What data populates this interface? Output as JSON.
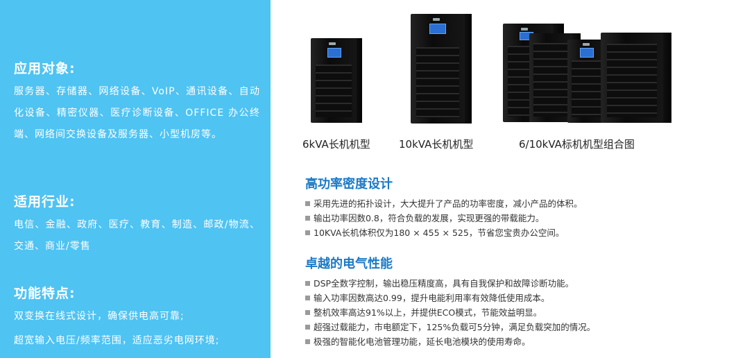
{
  "sidebar": {
    "applications": {
      "heading": "应用对象:",
      "text": "服务器、存储器、网络设备、VoIP、通讯设备、自动化设备、精密仪器、医疗诊断设备、OFFICE 办公终端、网络间交换设备及服务器、小型机房等。"
    },
    "industries": {
      "heading": "适用行业:",
      "text": "电信、金融、政府、医疗、教育、制造、邮政/物流、交通、商业/零售"
    },
    "features": {
      "heading": "功能特点:",
      "items": [
        "双变换在线式设计，确保供电高可靠;",
        "超宽输入电压/频率范围，适应恶劣电网环境;"
      ]
    }
  },
  "products": {
    "captions": [
      "6kVA长机机型",
      "10kVA长机机型",
      "6/10kVA标机机型组合图"
    ]
  },
  "sections": [
    {
      "title": "高功率密度设计",
      "items": [
        "采用先进的拓扑设计，大大提升了产品的功率密度，减小产品的体积。",
        "输出功率因数0.8，符合负载的发展，实现更强的带载能力。",
        "10KVA长机体积仅为180 × 455 × 525，节省您宝贵办公空间。"
      ]
    },
    {
      "title": "卓越的电气性能",
      "items": [
        "DSP全数字控制，输出稳压精度高，具有自我保护和故障诊断功能。",
        "输入功率因数高达0.99，提升电能利用率有效降低使用成本。",
        "整机效率高达91%以上，并提供ECO模式，节能效益明显。",
        "超强过载能力，市电额定下，125%负载可5分钟，满足负载突加的情况。",
        "极强的智能化电池管理功能，延长电池模块的使用寿命。"
      ]
    }
  ],
  "colors": {
    "sidebar_bg": "#4fc3f2",
    "heading_blue": "#1a7ac7",
    "bullet_gray": "#9a9a9a"
  }
}
